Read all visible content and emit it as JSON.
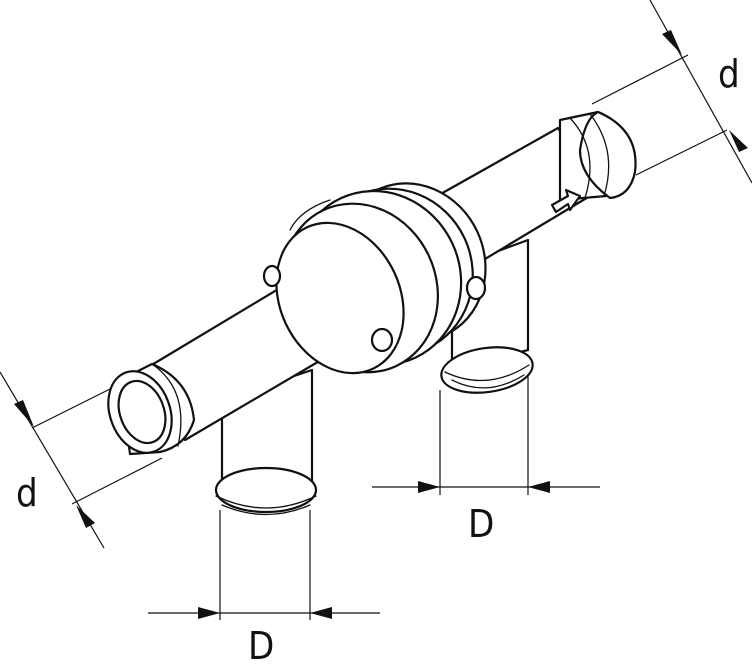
{
  "dimensions": {
    "upper_pipe_diameter": "d",
    "lower_pipe_diameter": "d",
    "right_branch_diameter": "D",
    "left_branch_diameter": "D"
  },
  "icons": {
    "flow_direction": "flow-arrow-icon"
  }
}
